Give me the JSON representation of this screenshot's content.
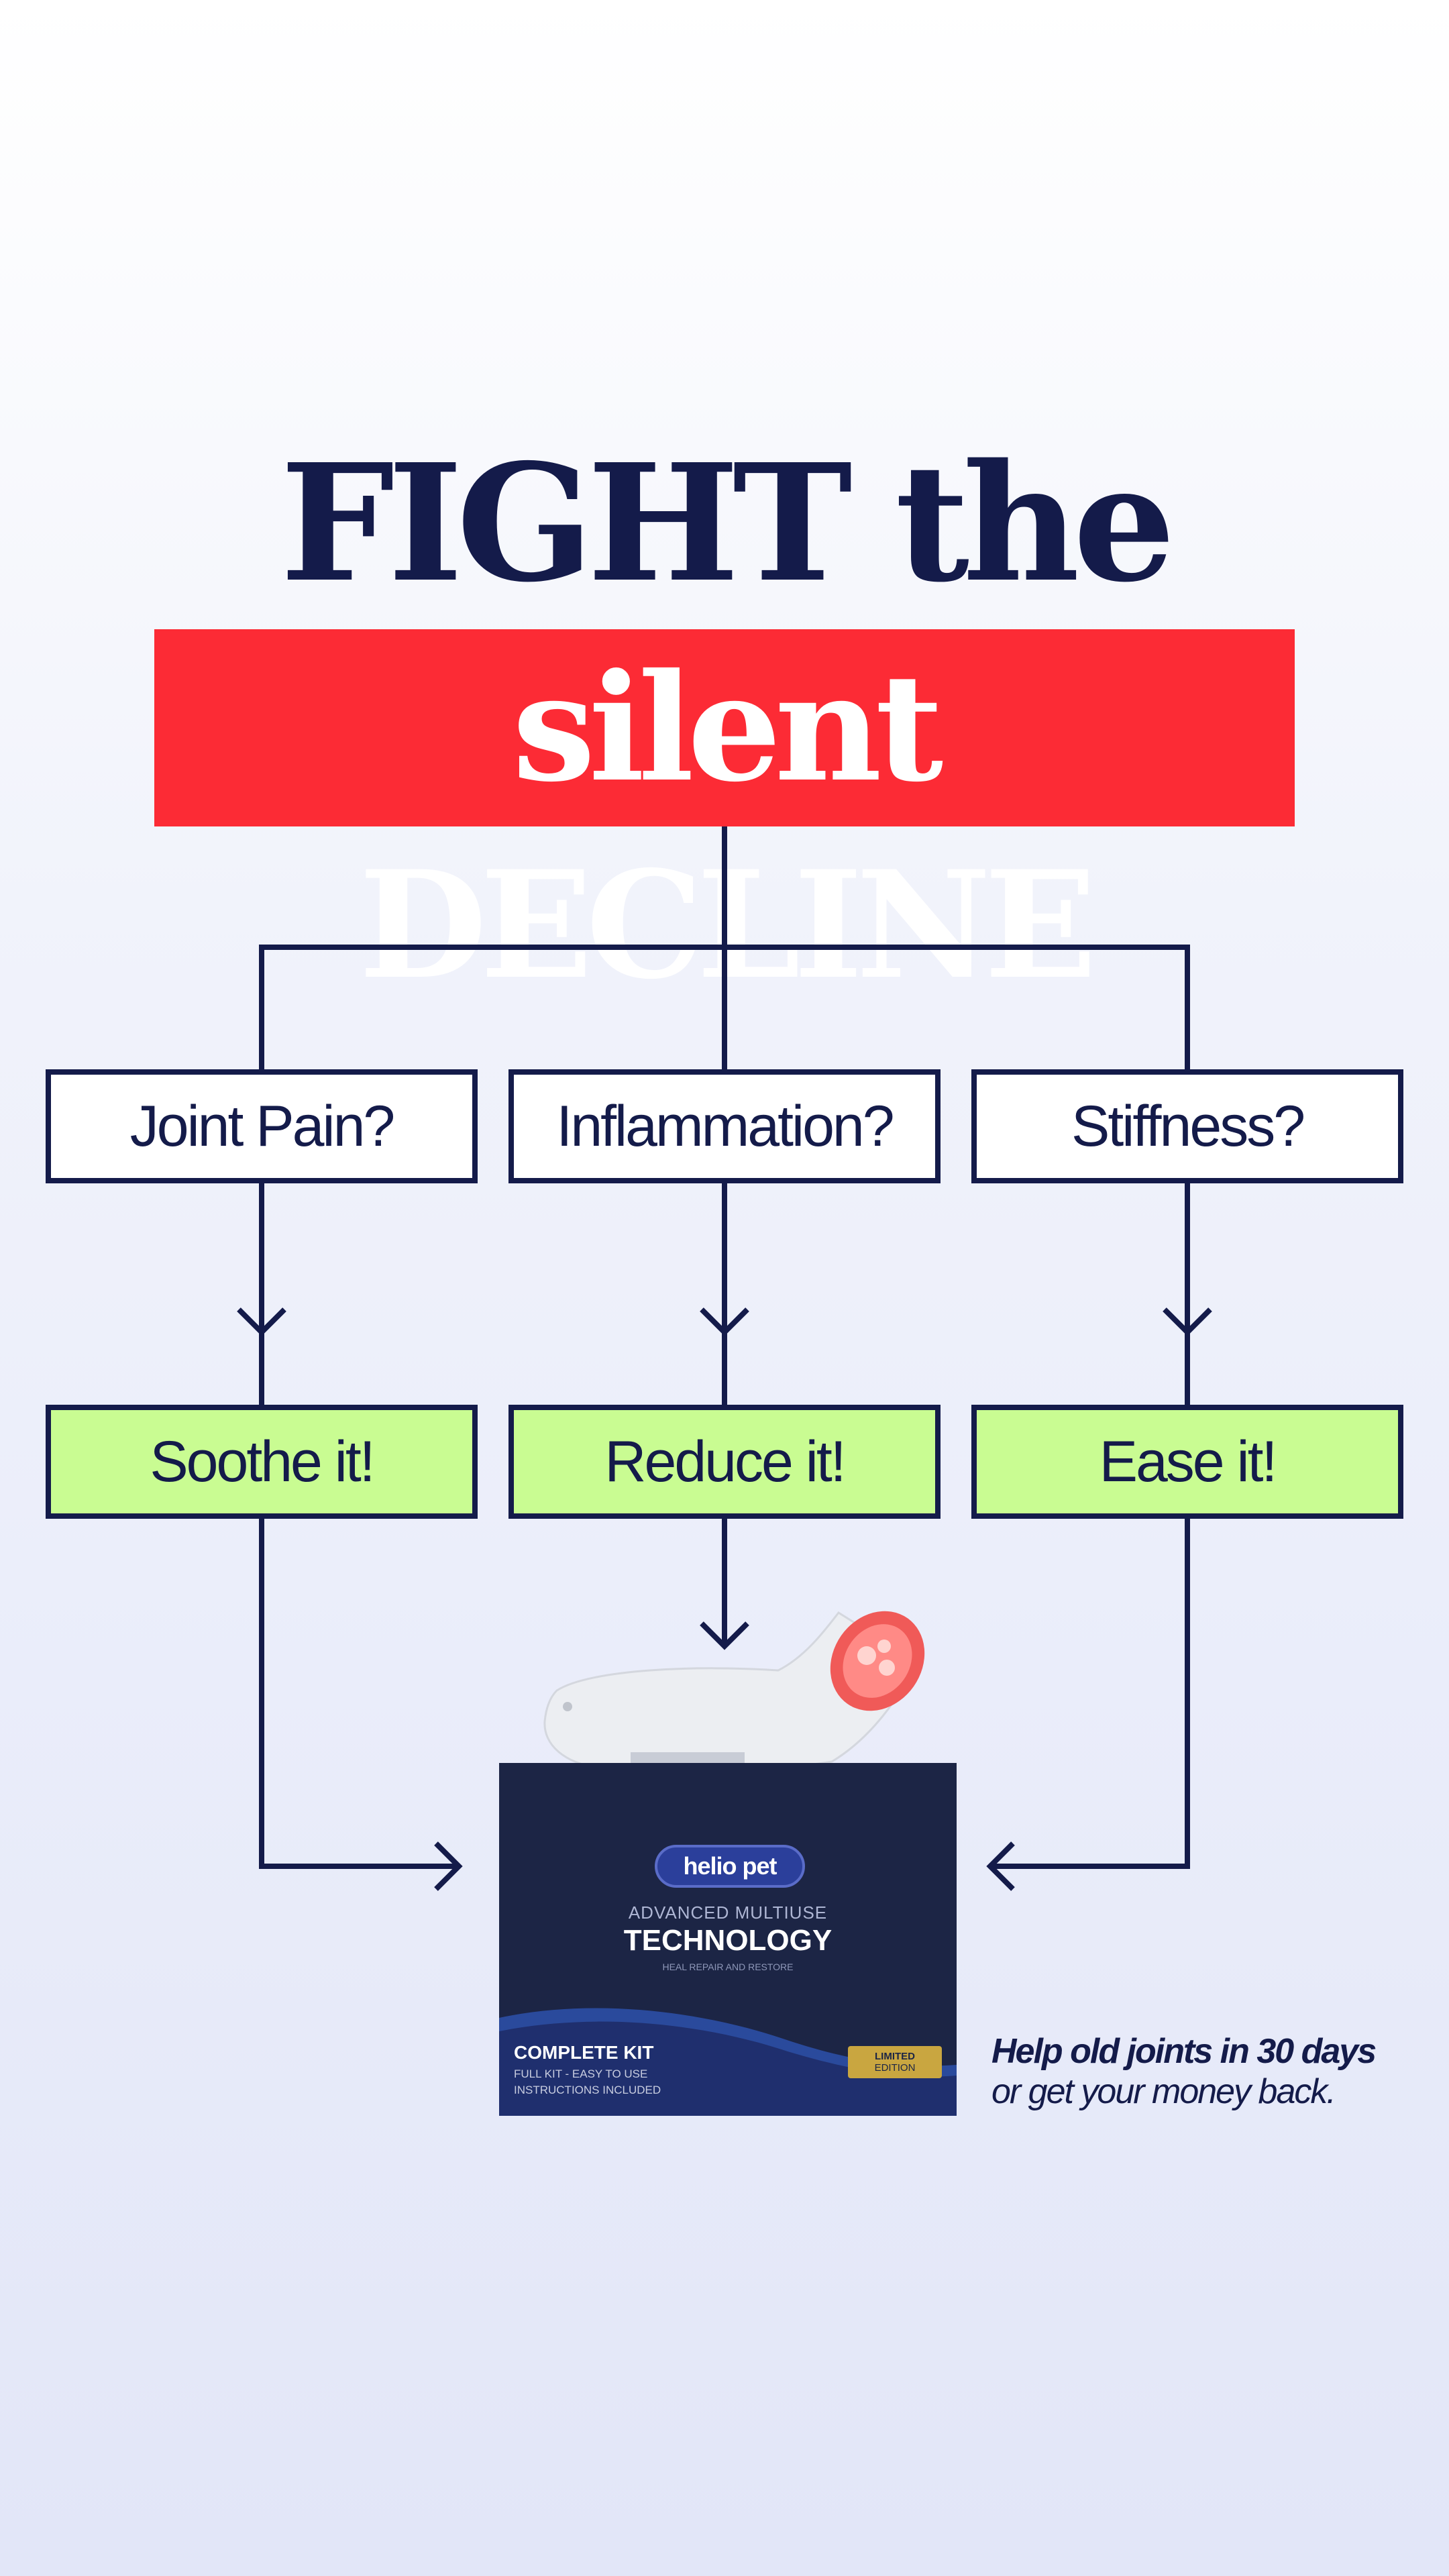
{
  "title": {
    "line1": "FIGHT the",
    "line2": "silent DECLINE"
  },
  "columns": [
    {
      "question": "Joint Pain?",
      "answer": "Soothe it!"
    },
    {
      "question": "Inflammation?",
      "answer": "Reduce it!"
    },
    {
      "question": "Stiffness?",
      "answer": "Ease it!"
    }
  ],
  "product": {
    "brand": "helio pet",
    "subtitle": "ADVANCED MULTIUSE",
    "title": "TECHNOLOGY",
    "tagline": "HEAL REPAIR AND RESTORE",
    "kit_label": "COMPLETE KIT",
    "kit_line1": "FULL KIT - EASY TO USE",
    "kit_line2": "INSTRUCTIONS INCLUDED",
    "badge_line1": "LIMITED",
    "badge_line2": "EDITION"
  },
  "guarantee": {
    "line1": "Help old joints in 30 days",
    "line2": "or get your money back."
  },
  "colors": {
    "navy": "#141b4a",
    "red": "#fc2b35",
    "green": "#c9fc92",
    "box": "#1c2545",
    "gold": "#c9a640"
  }
}
